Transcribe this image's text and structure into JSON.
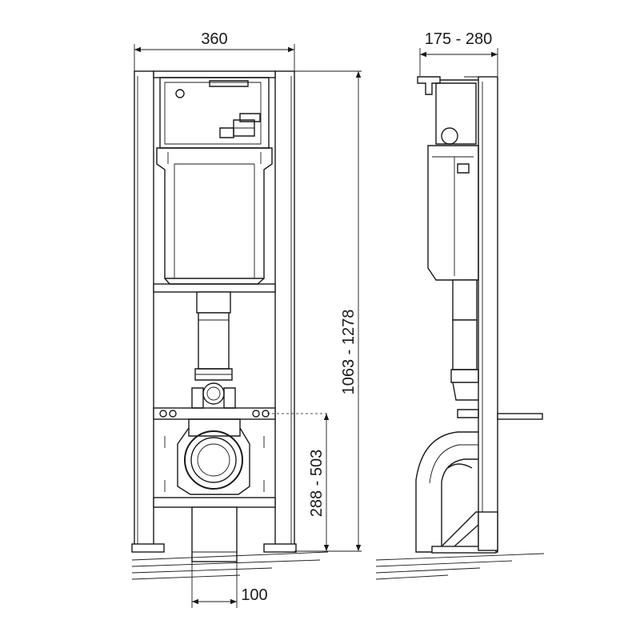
{
  "dimensions": {
    "frame_width": "360",
    "depth": "175 - 280",
    "total_height": "1063 - 1278",
    "outlet_height": "288 - 503",
    "pipe_width": "100"
  },
  "colors": {
    "line": "#1a1a1a",
    "background": "#ffffff"
  }
}
